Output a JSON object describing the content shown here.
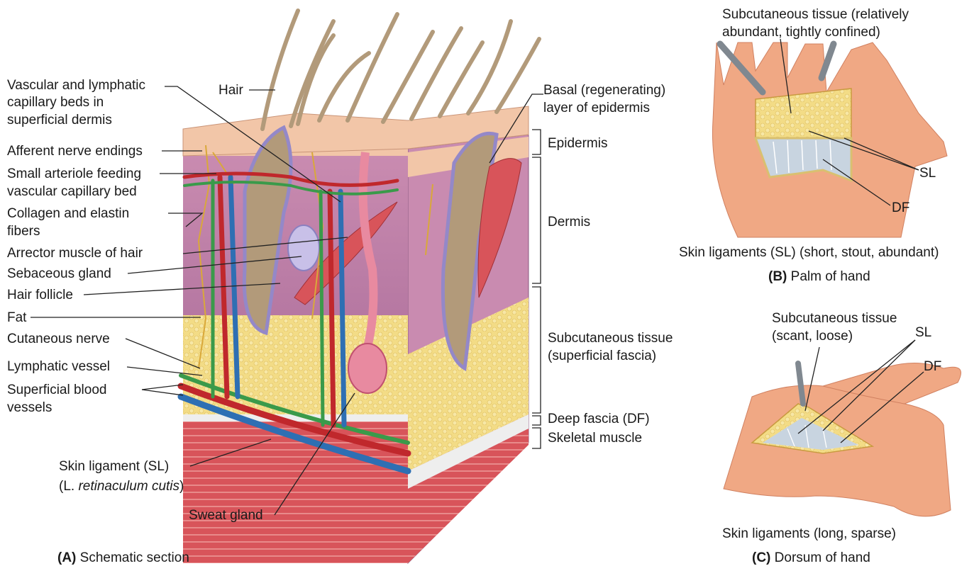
{
  "panel_a": {
    "caption_letter": "(A)",
    "caption_text": "Schematic section",
    "left_labels": {
      "vascular_line1": "Vascular and lymphatic",
      "vascular_line2": "capillary beds in",
      "vascular_line3": "superficial dermis",
      "afferent": "Afferent nerve endings",
      "arteriole_line1": "Small arteriole feeding",
      "arteriole_line2": "vascular capillary bed",
      "collagen_line1": "Collagen and elastin",
      "collagen_line2": "fibers",
      "arrector": "Arrector muscle of hair",
      "sebaceous": "Sebaceous gland",
      "follicle": "Hair follicle",
      "fat": "Fat",
      "cutaneous_nerve": "Cutaneous nerve",
      "lymphatic": "Lymphatic vessel",
      "blood_line1": "Superficial blood",
      "blood_line2": "vessels",
      "skin_lig_line1": "Skin ligament (SL)",
      "skin_lig_prefix": "(L. ",
      "skin_lig_italic": "retinaculum cutis",
      "skin_lig_suffix": ")",
      "sweat_gland": "Sweat gland",
      "hair": "Hair"
    },
    "right_labels": {
      "basal_line1": "Basal (regenerating)",
      "basal_line2": "layer of epidermis",
      "epidermis": "Epidermis",
      "dermis": "Dermis",
      "subq_line1": "Subcutaneous tissue",
      "subq_line2": "(superficial fascia)",
      "deep_fascia": "Deep fascia (DF)",
      "skeletal": "Skeletal muscle"
    }
  },
  "panel_b": {
    "top_line1": "Subcutaneous tissue (relatively",
    "top_line2": "abundant, tightly confined)",
    "sl": "SL",
    "df": "DF",
    "bottom": "Skin ligaments (SL) (short, stout, abundant)",
    "caption_letter": "(B)",
    "caption_text": "Palm of hand"
  },
  "panel_c": {
    "top_line1": "Subcutaneous tissue",
    "top_line2": "(scant, loose)",
    "sl": "SL",
    "df": "DF",
    "bottom": "Skin ligaments (long, sparse)",
    "caption_letter": "(C)",
    "caption_text": "Dorsum of hand"
  },
  "colors": {
    "epidermis": "#f2c6a8",
    "dermis": "#c98bb0",
    "fat": "#f3dc86",
    "muscle": "#d8545a",
    "hair": "#b29a7a",
    "artery": "#c0282c",
    "vein": "#2e6fb3",
    "lymph": "#3a9a4a",
    "nerve": "#d9a83a",
    "hand_skin": "#f0a884"
  }
}
